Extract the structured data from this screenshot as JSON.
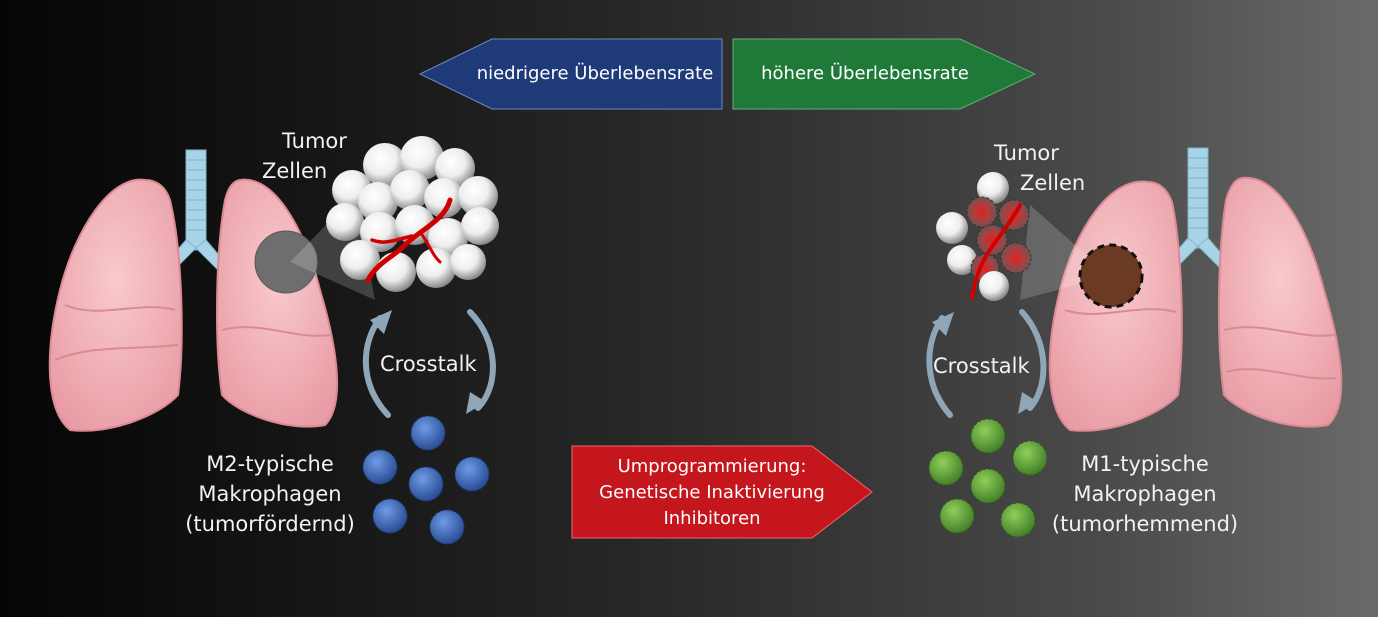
{
  "top_arrows": {
    "left": {
      "label": "niedrigere Überlebensrate",
      "color": "#1e3a78"
    },
    "right": {
      "label": "höhere Überlebensrate",
      "color": "#1f7a3a"
    }
  },
  "left_panel": {
    "tumor_label_line1": "Tumor",
    "tumor_label_line2": "Zellen",
    "crosstalk": "Crosstalk",
    "macro_line1": "M2-typische",
    "macro_line2": "Makrophagen",
    "macro_line3": "(tumorfördernd)",
    "macro_color": "#3a66b8"
  },
  "right_panel": {
    "tumor_label_line1": "Tumor",
    "tumor_label_line2": "Zellen",
    "crosstalk": "Crosstalk",
    "macro_line1": "M1-typische",
    "macro_line2": "Makrophagen",
    "macro_line3": "(tumorhemmend)",
    "macro_color": "#5e9a3a"
  },
  "center_arrow": {
    "line1": "Umprogrammierung:",
    "line2": "Genetische Inaktivierung",
    "line3": "Inhibitoren",
    "color": "#c4161c"
  },
  "colors": {
    "lung": "#f4b6bd",
    "trachea": "#a9d3e6",
    "vessel": "#d00000",
    "tumor_left": "#6e6e6e",
    "tumor_right": "#6a3a22"
  }
}
